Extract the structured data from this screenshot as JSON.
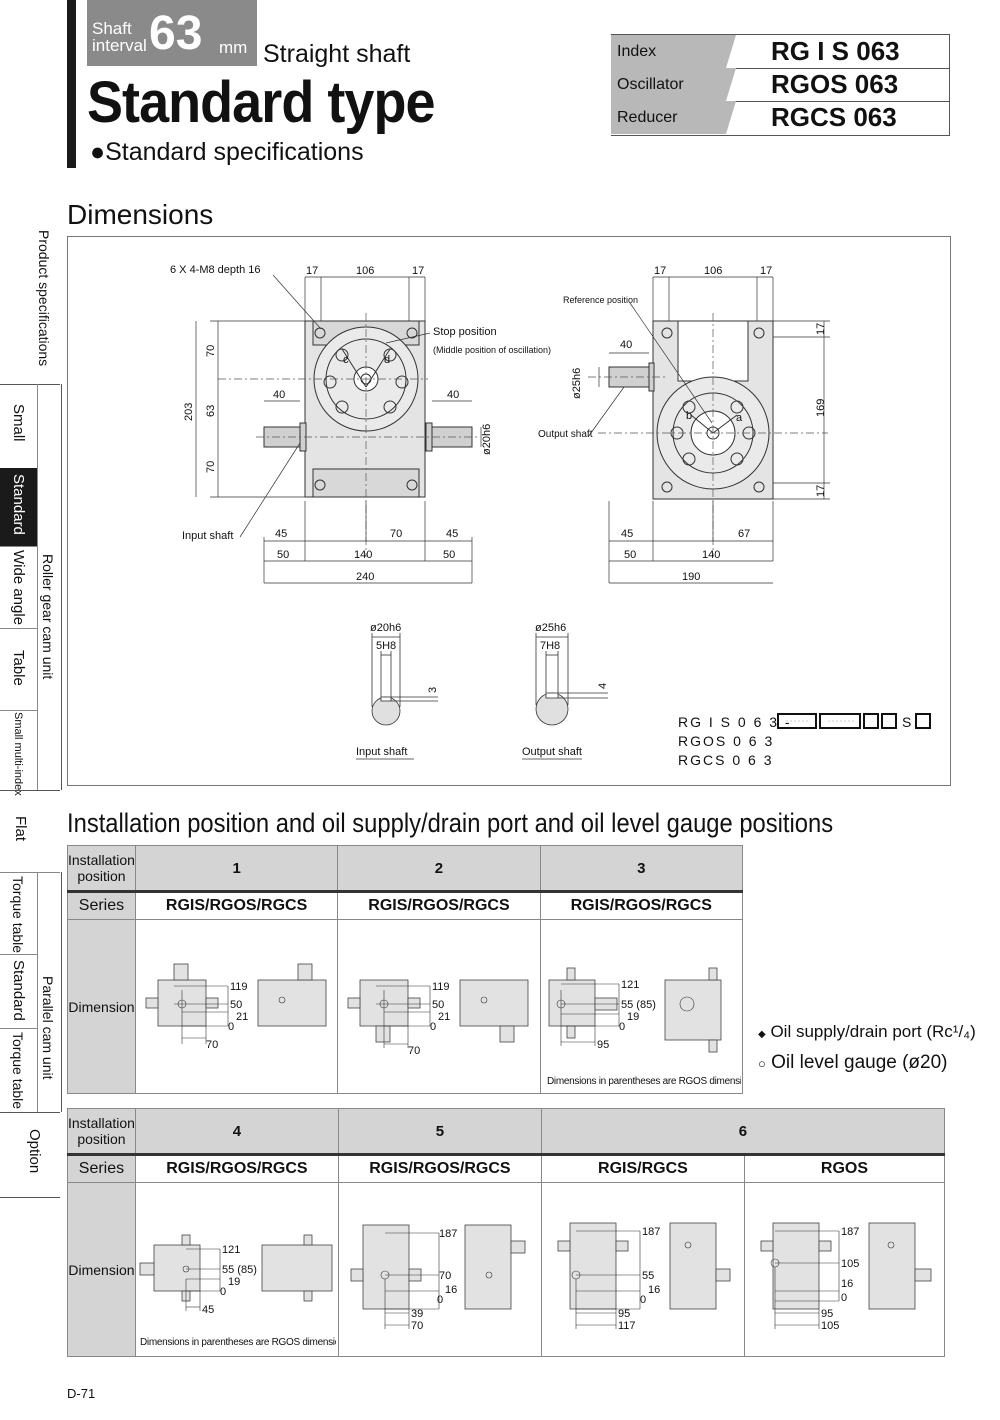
{
  "header": {
    "shaft_label_1": "Shaft",
    "shaft_label_2": "interval",
    "shaft_number": "63",
    "shaft_unit": "mm",
    "subtitle": "Straight shaft",
    "title": "Standard type",
    "spec": "●Standard specifications",
    "models": [
      {
        "key": "Index",
        "value": "RG I S 063"
      },
      {
        "key": "Oscillator",
        "value": "RGOS 063"
      },
      {
        "key": "Reducer",
        "value": "RGCS 063"
      }
    ]
  },
  "sidebar": {
    "top_label": "Product specifications",
    "group1_label": "Roller gear cam unit",
    "group2_label": "Parallel cam unit",
    "items": [
      "Small",
      "Standard",
      "Wide angle",
      "Table",
      "Small multi-index",
      "Flat",
      "Torque table",
      "Standard",
      "Torque table",
      "Option"
    ]
  },
  "dimensions": {
    "heading": "Dimensions",
    "labels": {
      "holes": "6 X 4-M8 depth 16",
      "stop": "Stop position",
      "stop_sub": "(Middle position of oscillation)",
      "input_shaft": "Input shaft",
      "ref": "Reference position",
      "output_shaft": "Output shaft",
      "d_in": "ø20h6",
      "d_out": "ø25h6",
      "key_in": "5H8",
      "key_out": "7H8",
      "c": "c",
      "d": "d",
      "a": "a",
      "b": "b",
      "input_shaft_2": "Input shaft",
      "output_shaft_2": "Output shaft"
    },
    "front_dims": {
      "top_17a": "17",
      "top_106": "106",
      "top_17b": "17",
      "v_70a": "70",
      "v_63": "63",
      "v_70b": "70",
      "v_203": "203",
      "h_40a": "40",
      "h_40b": "40",
      "b_45a": "45",
      "b_70": "70",
      "b_45b": "45",
      "b_50a": "50",
      "b_140": "140",
      "b_50b": "50",
      "b_240": "240"
    },
    "side_dims": {
      "top_17a": "17",
      "top_106": "106",
      "top_17b": "17",
      "h_40": "40",
      "v_17a": "17",
      "v_169": "169",
      "v_17b": "17",
      "b_45": "45",
      "b_67": "67",
      "b_50": "50",
      "b_140": "140",
      "b_190": "190"
    },
    "key_dims": {
      "in_depth": "3",
      "out_depth": "4"
    },
    "code": {
      "line1": "RG I S 0 6 3 -",
      "s": "S",
      "line2": "RGOS 0 6 3",
      "line3": "RGCS 0 6 3"
    }
  },
  "installation": {
    "heading": "Installation position and oil supply/drain port and oil level gauge positions",
    "row_labels": {
      "position": "Installation position",
      "series": "Series",
      "dimension": "Dimension"
    },
    "table1": {
      "positions": [
        "1",
        "2",
        "3"
      ],
      "series": [
        "RGIS/RGOS/RGCS",
        "RGIS/RGOS/RGCS",
        "RGIS/RGOS/RGCS"
      ],
      "dims": [
        {
          "v1": "119",
          "v2": "50",
          "v3": "21",
          "v4": "0",
          "h": "70"
        },
        {
          "v1": "119",
          "v2": "50",
          "v3": "21",
          "v4": "0",
          "h": "70"
        },
        {
          "v1": "121",
          "v2": "55 (85)",
          "v3": "19",
          "v4": "0",
          "h": "95"
        }
      ],
      "note": "Dimensions in parentheses are RGOS dimensions."
    },
    "table2": {
      "positions": [
        "4",
        "5",
        "6"
      ],
      "series": [
        "RGIS/RGOS/RGCS",
        "RGIS/RGOS/RGCS",
        "RGIS/RGCS",
        "RGOS"
      ],
      "dims": [
        {
          "v1": "121",
          "v2": "55 (85)",
          "v3": "19",
          "v4": "0",
          "h": "45"
        },
        {
          "v1": "187",
          "v2": "70",
          "v3": "16",
          "v4": "0",
          "h1": "39",
          "h2": "70"
        },
        {
          "v1": "187",
          "v2": "55",
          "v3": "16",
          "v4": "0",
          "h1": "95",
          "h2": "117"
        },
        {
          "v1": "187",
          "v2": "105",
          "v3": "16",
          "v4": "0",
          "h1": "95",
          "h2": "105"
        }
      ],
      "note": "Dimensions in parentheses are RGOS dimensions."
    },
    "legend": {
      "oil_port": "Oil supply/drain port (Rc¹/₄)",
      "gauge": "Oil level gauge (ø20)"
    }
  },
  "page_number": "D-71"
}
